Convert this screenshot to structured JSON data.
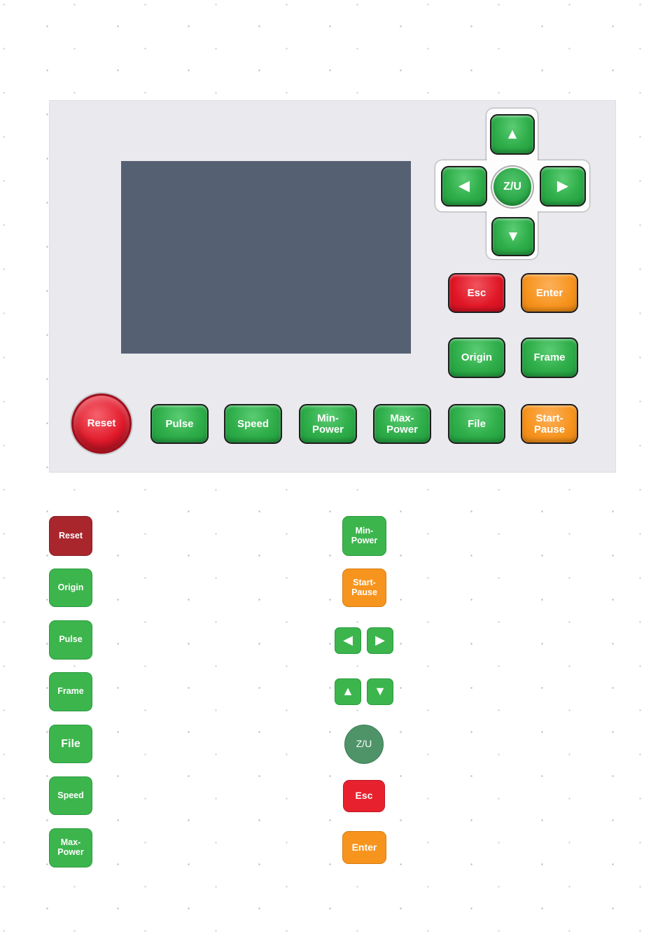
{
  "panel": {
    "dpad": {
      "up_icon": "▲",
      "down_icon": "▼",
      "left_icon": "◀",
      "right_icon": "▶",
      "center_label": "Z/U"
    },
    "esc": "Esc",
    "enter": "Enter",
    "origin": "Origin",
    "frame": "Frame",
    "reset": "Reset",
    "pulse": "Pulse",
    "speed": "Speed",
    "min_power": "Min-\nPower",
    "max_power": "Max-\nPower",
    "file": "File",
    "start_pause": "Start-\nPause"
  },
  "legend": {
    "reset": "Reset",
    "origin": "Origin",
    "pulse": "Pulse",
    "frame": "Frame",
    "file": "File",
    "speed": "Speed",
    "max_power": "Max-\nPower",
    "min_power": "Min-\nPower",
    "start_pause": "Start-\nPause",
    "left_icon": "◀",
    "right_icon": "▶",
    "up_icon": "▲",
    "down_icon": "▼",
    "zu": "Z/U",
    "esc": "Esc",
    "enter": "Enter"
  },
  "colors": {
    "green": "#2fae4a",
    "red": "#e01626",
    "orange": "#f7941e",
    "dark_red": "#a8262c",
    "zu_muted_green": "#4e9468",
    "screen": "#566073",
    "panel_bg": "#e9e9ee"
  }
}
